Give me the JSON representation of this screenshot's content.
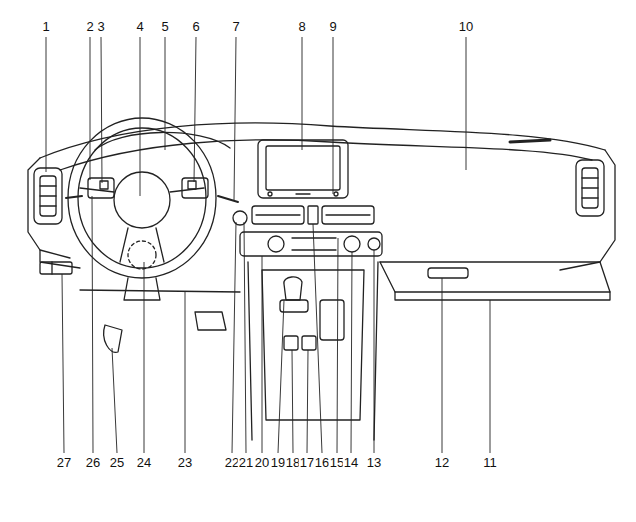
{
  "diagram": {
    "labels": [
      "1",
      "2",
      "3",
      "4",
      "5",
      "6",
      "7",
      "8",
      "9",
      "10",
      "27",
      "26",
      "25",
      "24",
      "23",
      "22",
      "21",
      "20",
      "19",
      "18",
      "17",
      "16",
      "15",
      "14",
      "13",
      "12",
      "11"
    ]
  }
}
